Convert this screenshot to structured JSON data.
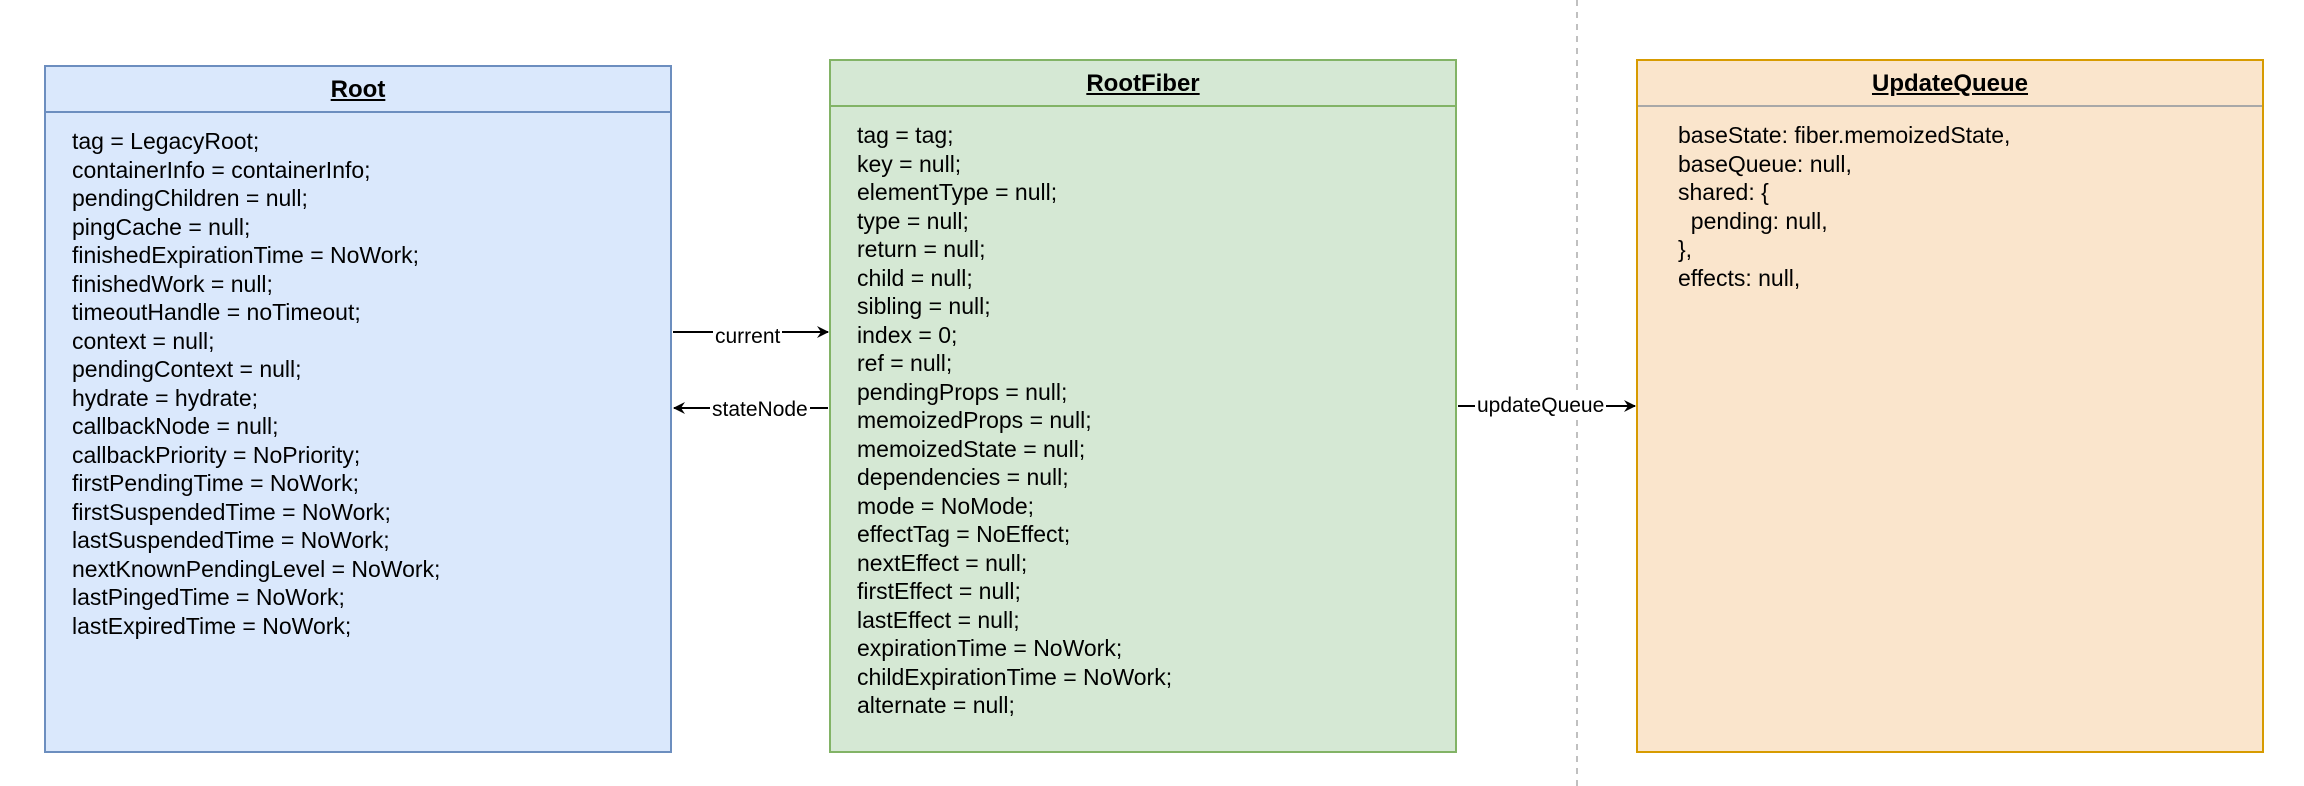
{
  "root": {
    "title": "Root",
    "lines": [
      "tag = LegacyRoot;",
      "containerInfo = containerInfo;",
      "pendingChildren = null;",
      "pingCache = null;",
      "finishedExpirationTime = NoWork;",
      "finishedWork = null;",
      "timeoutHandle = noTimeout;",
      "context = null;",
      "pendingContext = null;",
      "hydrate = hydrate;",
      "callbackNode = null;",
      "callbackPriority = NoPriority;",
      "firstPendingTime = NoWork;",
      "firstSuspendedTime = NoWork;",
      "lastSuspendedTime = NoWork;",
      "nextKnownPendingLevel = NoWork;",
      "lastPingedTime = NoWork;",
      "lastExpiredTime = NoWork;"
    ]
  },
  "root_fiber": {
    "title": "RootFiber",
    "lines": [
      "tag = tag;",
      "key = null;",
      "elementType = null;",
      "type = null;",
      "return = null;",
      "child = null;",
      "sibling = null;",
      "index = 0;",
      "ref = null;",
      "pendingProps = null;",
      "memoizedProps = null;",
      "memoizedState = null;",
      "dependencies = null;",
      "mode = NoMode;",
      "effectTag = NoEffect;",
      "nextEffect = null;",
      "firstEffect = null;",
      "lastEffect = null;",
      "expirationTime = NoWork;",
      "childExpirationTime = NoWork;",
      "alternate = null;"
    ]
  },
  "update_queue": {
    "title": "UpdateQueue",
    "lines": [
      "baseState: fiber.memoizedState,",
      "baseQueue: null,",
      "shared: {",
      "  pending: null,",
      "},",
      "effects: null,"
    ]
  },
  "edges": {
    "current": "current",
    "state_node": "stateNode",
    "update_queue": "updateQueue"
  },
  "colors": {
    "root_fill": "#dae8fc",
    "root_stroke": "#6c8ebf",
    "fiber_fill": "#d5e8d4",
    "fiber_stroke": "#82b366",
    "queue_fill": "#fae5cc",
    "queue_stroke": "#d79b00"
  }
}
